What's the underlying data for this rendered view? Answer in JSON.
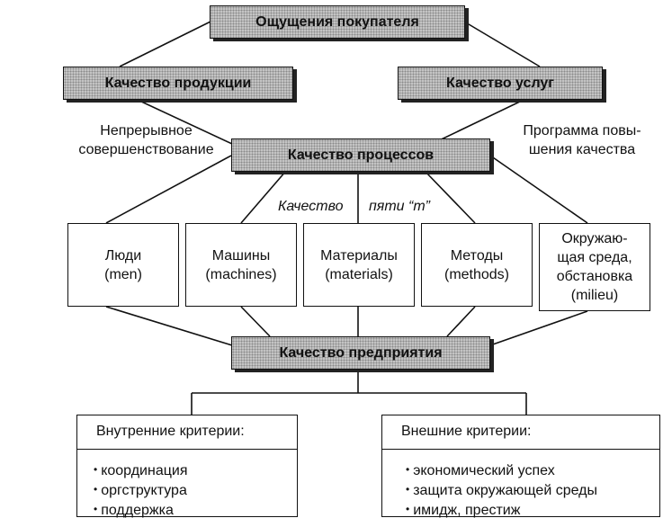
{
  "top": {
    "title": "Ощущения покупателя"
  },
  "quality_products": "Качество продукции",
  "quality_services": "Качество услуг",
  "continuous_improvement": "Непрерывное\nсовершенствование",
  "quality_program": "Программа повы-\nшения качества",
  "process_quality": "Качество процессов",
  "five_m_left": "Качество",
  "five_m_right": "пяти “m”",
  "factors": [
    {
      "label": "Люди\n(men)"
    },
    {
      "label": "Машины\n(machines)"
    },
    {
      "label": "Материалы\n(materials)"
    },
    {
      "label": "Методы\n(methods)"
    },
    {
      "label": "Окружаю-\nщая среда,\nобстановка\n(milieu)"
    }
  ],
  "enterprise_quality": "Качество предприятия",
  "internal": {
    "title": "Внутренние критерии:",
    "items": [
      "координация",
      "оргструктура",
      "поддержка"
    ]
  },
  "external": {
    "title": "Внешние критерии:",
    "items": [
      "экономический успех",
      "защита окружающей среды",
      "имидж, престиж"
    ]
  }
}
